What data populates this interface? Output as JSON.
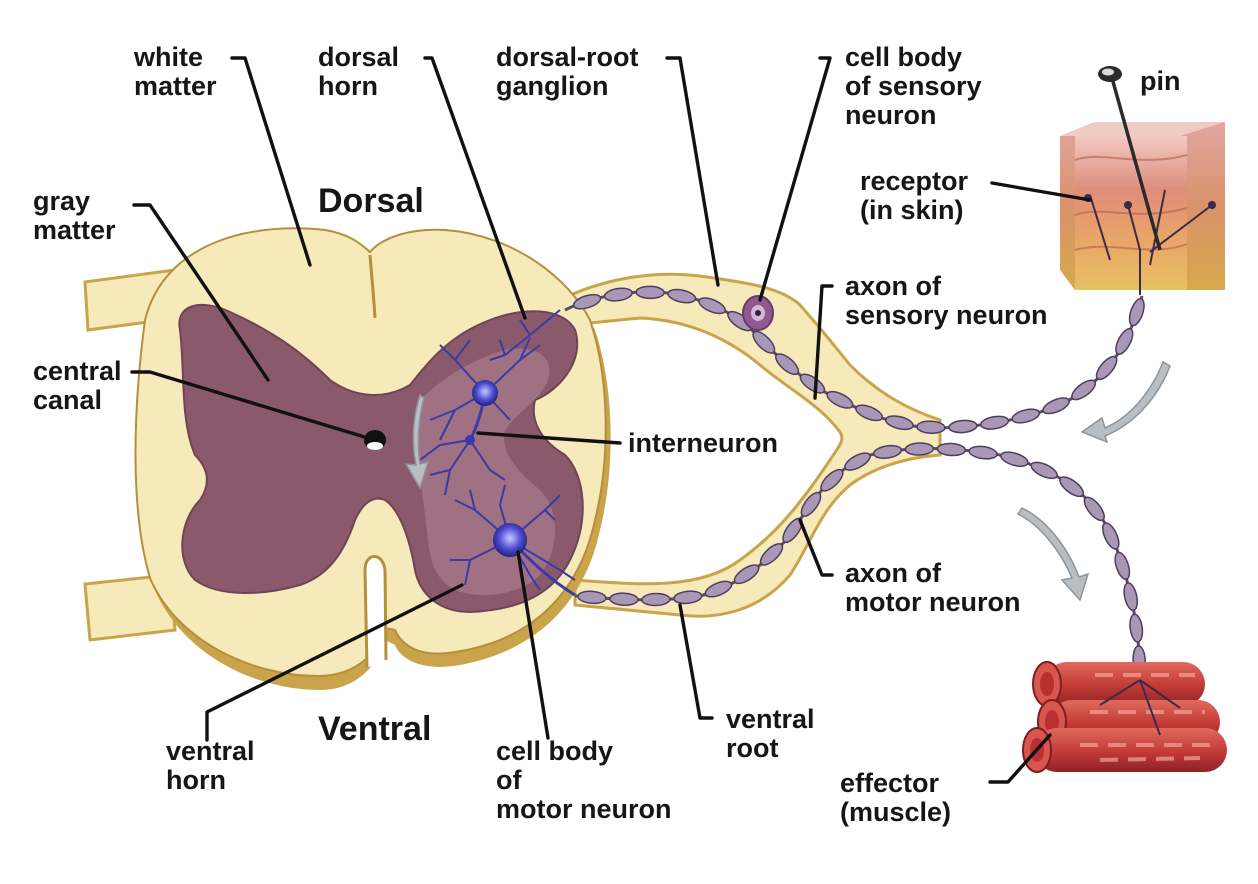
{
  "orientation": {
    "dorsal": "Dorsal",
    "ventral": "Ventral"
  },
  "labels": {
    "white_matter": [
      "white",
      "matter"
    ],
    "dorsal_horn": [
      "dorsal",
      "horn"
    ],
    "dorsal_root_ganglion": [
      "dorsal-root",
      "ganglion"
    ],
    "cell_body_sensory": [
      "cell body",
      "of sensory",
      "neuron"
    ],
    "pin": [
      "pin"
    ],
    "receptor": [
      "receptor",
      "(in skin)"
    ],
    "gray_matter": [
      "gray",
      "matter"
    ],
    "central_canal": [
      "central",
      "canal"
    ],
    "axon_sensory": [
      "axon of",
      "sensory neuron"
    ],
    "interneuron": [
      "interneuron"
    ],
    "axon_motor": [
      "axon of",
      "motor neuron"
    ],
    "ventral_horn": [
      "ventral",
      "horn"
    ],
    "cell_body_motor": [
      "cell body",
      "of",
      "motor neuron"
    ],
    "ventral_root": [
      "ventral",
      "root"
    ],
    "effector": [
      "effector",
      "(muscle)"
    ]
  },
  "colors": {
    "white_matter": "#f6eabb",
    "white_matter_shadow": "#c9a44a",
    "gray_matter": "#8a5a6c",
    "gray_matter_light": "#a57a8a",
    "neuron": "#3a3aa8",
    "axon": "#8f7f9f",
    "skin_top": "#e9b9b0",
    "skin_fat": "#e8c062",
    "muscle": "#c8413c",
    "arrow": "#b9bec3",
    "text": "#161616"
  }
}
